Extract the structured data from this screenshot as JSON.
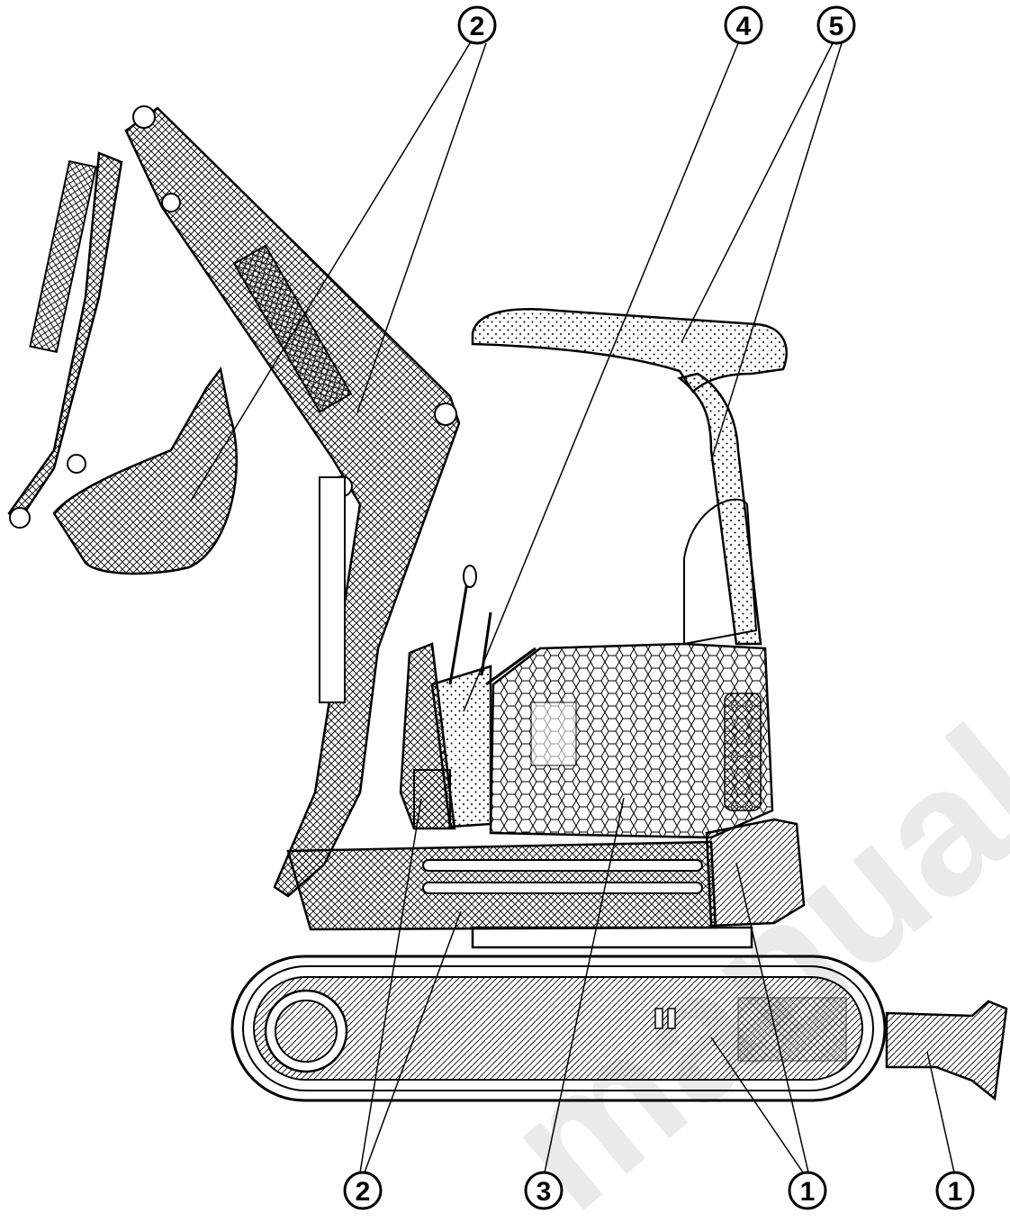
{
  "watermark": "manualsliverlake.co.uk",
  "callouts": [
    {
      "label": "2",
      "meaning": "callout"
    },
    {
      "label": "4",
      "meaning": "callout"
    },
    {
      "label": "5",
      "meaning": "callout"
    },
    {
      "label": "2",
      "meaning": "callout"
    },
    {
      "label": "3",
      "meaning": "callout"
    },
    {
      "label": "1",
      "meaning": "callout"
    },
    {
      "label": "1",
      "meaning": "callout"
    }
  ],
  "colors": {
    "ink": "#000000",
    "watermark": "#d9d9d9",
    "background": "#ffffff"
  }
}
